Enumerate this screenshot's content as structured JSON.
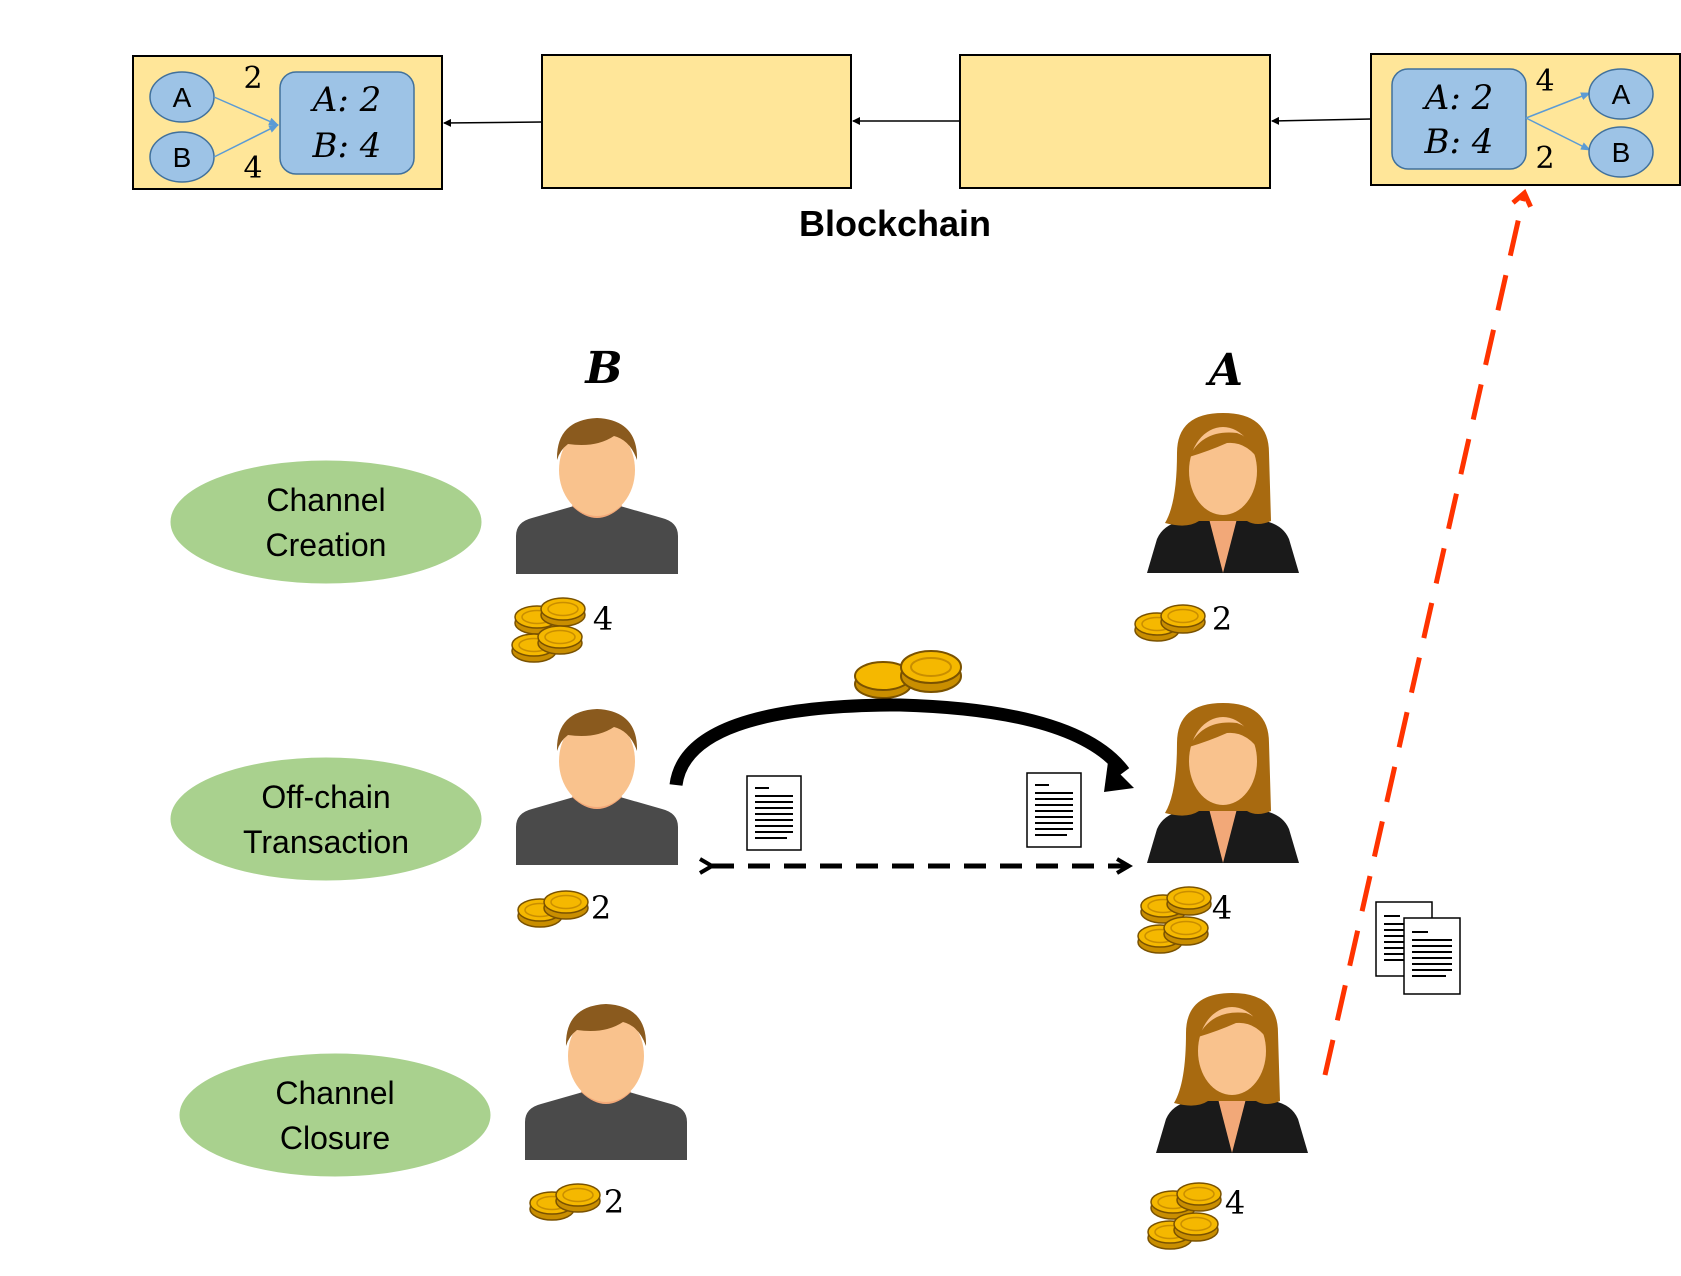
{
  "blockchain": {
    "label": "Blockchain",
    "first_block": {
      "inputs": [
        {
          "node": "A",
          "amount": "2"
        },
        {
          "node": "B",
          "amount": "4"
        }
      ],
      "state": {
        "line1": "A: 2",
        "line2": "B: 4"
      }
    },
    "last_block": {
      "state": {
        "line1": "A: 2",
        "line2": "B: 4"
      },
      "outputs": [
        {
          "node": "A",
          "amount": "4"
        },
        {
          "node": "B",
          "amount": "2"
        }
      ]
    }
  },
  "parties": {
    "b_label": "B",
    "a_label": "A"
  },
  "phases": [
    {
      "line1": "Channel",
      "line2": "Creation",
      "b_balance": "4",
      "a_balance": "2"
    },
    {
      "line1": "Off-chain",
      "line2": "Transaction",
      "b_balance": "2",
      "a_balance": "4"
    },
    {
      "line1": "Channel",
      "line2": "Closure",
      "b_balance": "2",
      "a_balance": "4"
    }
  ],
  "colors": {
    "block_fill": "#FFE699",
    "state_fill": "#9DC3E6",
    "phase_fill": "#A9D18E",
    "closure_arrow": "#FF3300",
    "coin": "#F5B800",
    "hair_b": "#8A5A1E",
    "hair_a": "#A86A10",
    "skin": "#F9C28D",
    "shirt_b": "#4A4A4A",
    "jacket_a": "#1A1A1A"
  }
}
